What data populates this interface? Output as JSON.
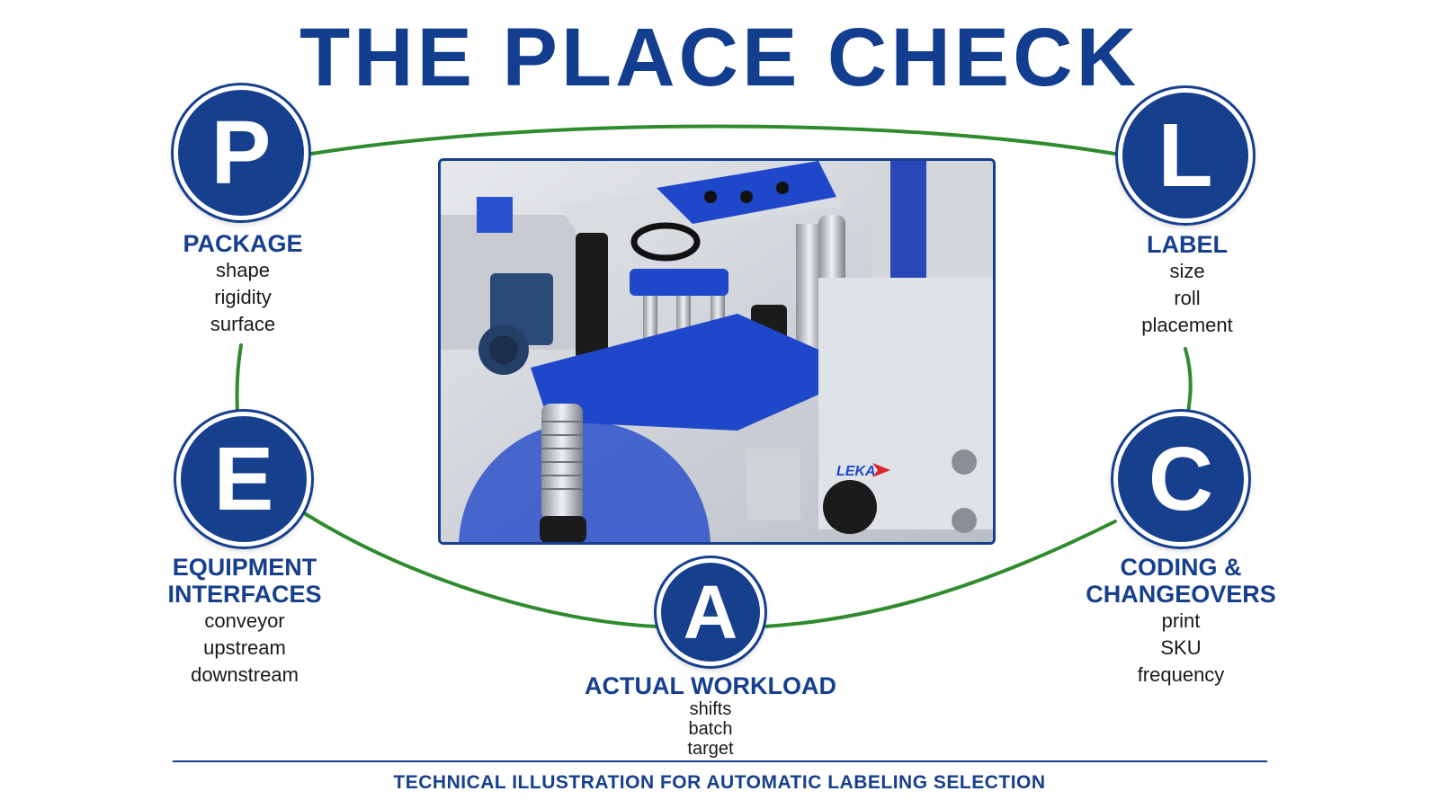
{
  "title": "THE PLACE CHECK",
  "nodes": {
    "p": {
      "letter": "P",
      "heading": "PACKAGE",
      "items": [
        "shape",
        "rigidity",
        "surface"
      ]
    },
    "l": {
      "letter": "L",
      "heading": "LABEL",
      "items": [
        "size",
        "roll",
        "placement"
      ]
    },
    "a": {
      "letter": "A",
      "heading": "ACTUAL WORKLOAD",
      "items": [
        "shifts",
        "batch",
        "target"
      ]
    },
    "c": {
      "letter": "C",
      "heading_line1": "CODING &",
      "heading_line2": "CHANGEOVERS",
      "items": [
        "print",
        "SKU",
        "frequency"
      ]
    },
    "e": {
      "letter": "E",
      "heading_line1": "EQUIPMENT",
      "heading_line2": "INTERFACES",
      "items": [
        "conveyor",
        "upstream",
        "downstream"
      ]
    }
  },
  "photo": {
    "brand": "LEKA"
  },
  "footer": "TECHNICAL ILLUSTRATION FOR AUTOMATIC LABELING SELECTION",
  "colors": {
    "navy": "#163f8e",
    "title_blue": "#133d8f",
    "loop_green": "#2e8b2e",
    "machine_blue": "#1f47c9"
  }
}
